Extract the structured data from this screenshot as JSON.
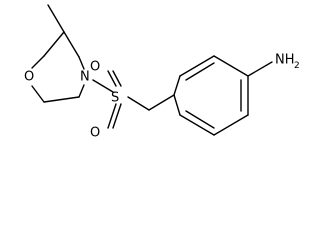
{
  "molecule": {
    "atoms": {
      "o_ring": "O",
      "n_ring": "N",
      "s_sulfonyl": "S",
      "o_sulfonyl_top": "O",
      "o_sulfonyl_bottom": "O",
      "amine": "NH",
      "amine_subscript": "2"
    }
  },
  "colors": {
    "bond": "#000000",
    "label": "#000000",
    "background": "#ffffff"
  }
}
